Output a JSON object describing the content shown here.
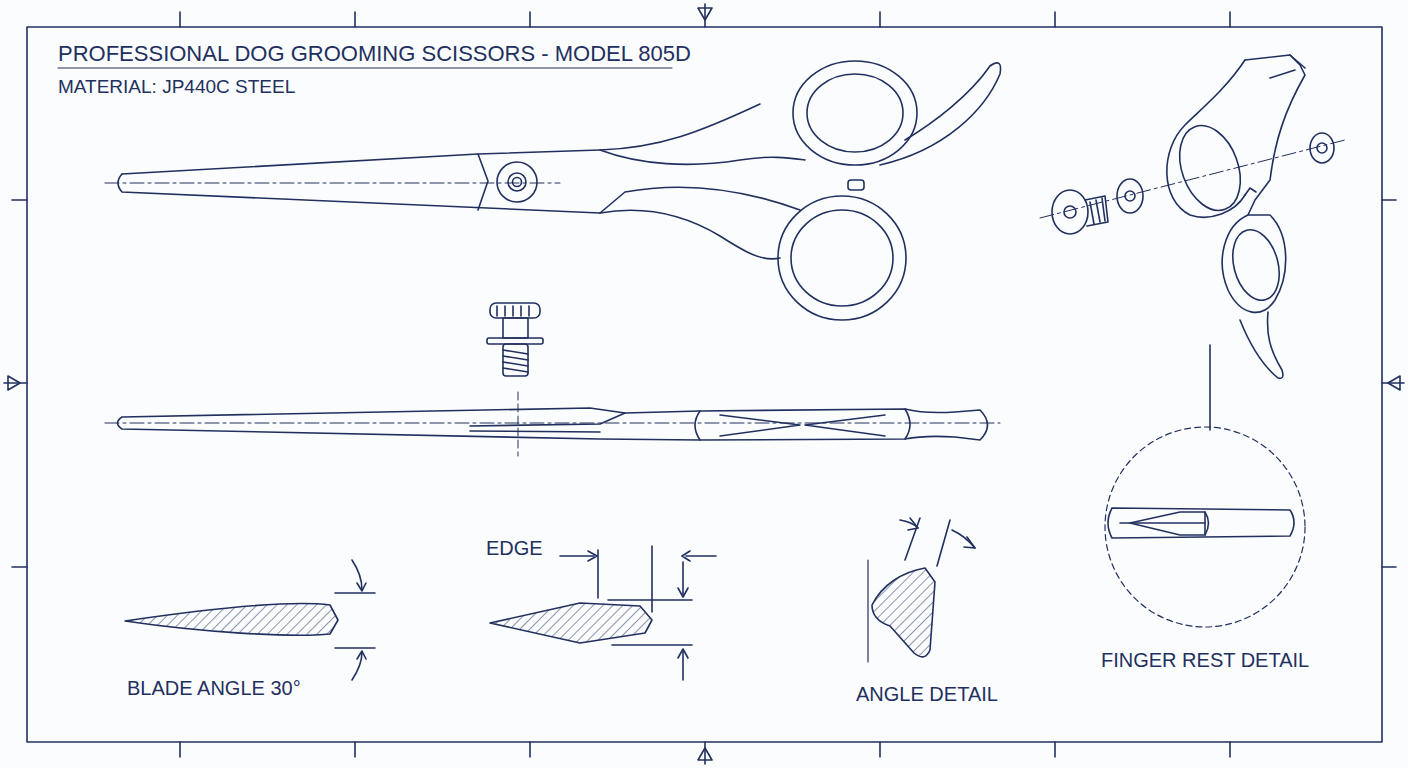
{
  "diagram": {
    "title": "PROFESSIONAL DOG GROOMING SCISSORS - MODEL 805D",
    "labels": [
      "MATERIAL: JP440C STEEL",
      "EDGE",
      "BLADE ANGLE 30°",
      "ANGLE DETAIL",
      "FINGER REST DETAIL"
    ]
  }
}
